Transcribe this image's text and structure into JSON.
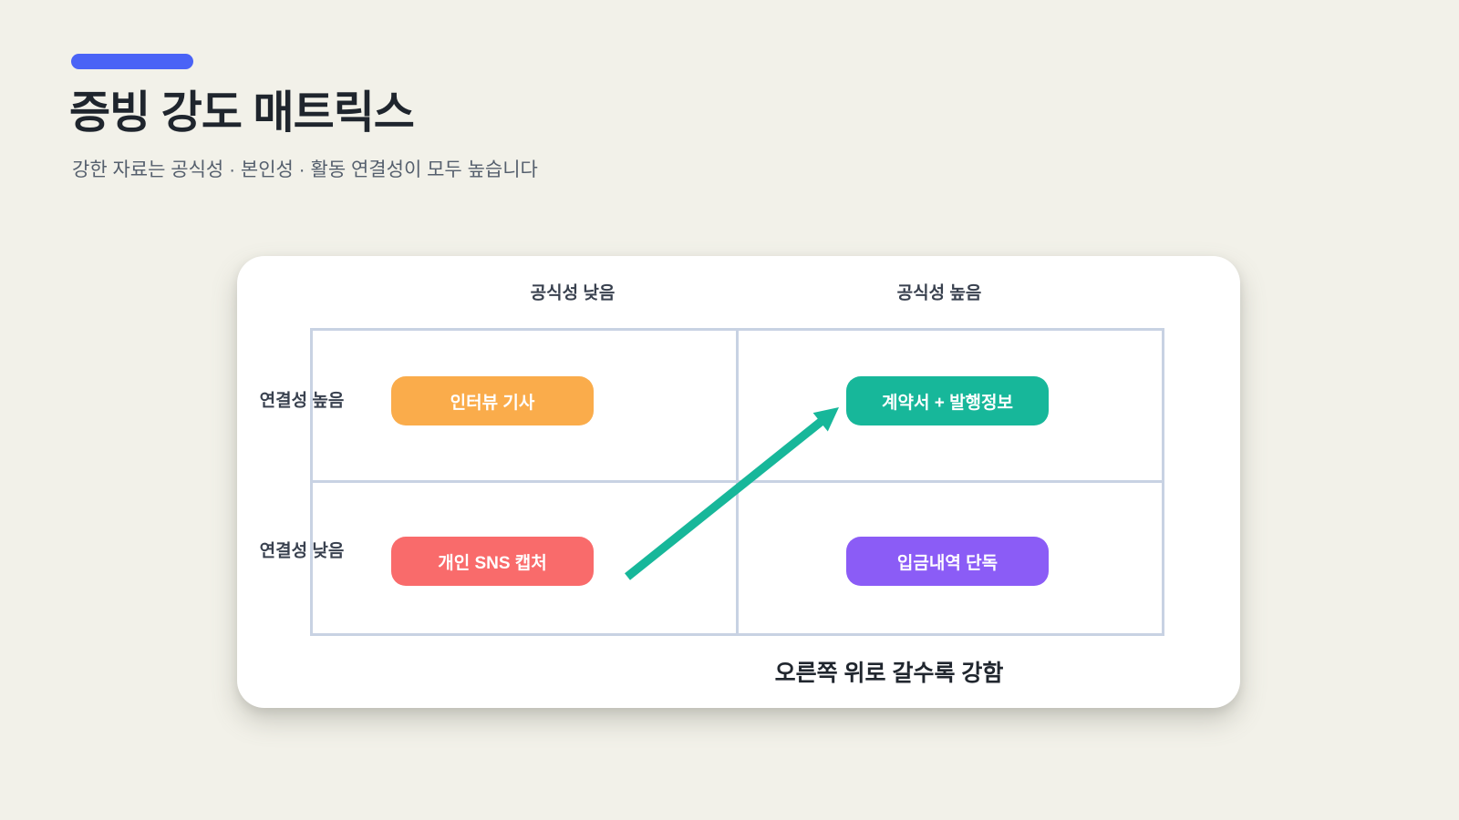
{
  "page": {
    "title": "증빙 강도 매트릭스",
    "subtitle": "강한 자료는 공식성 · 본인성 · 활동 연결성이 모두 높습니다"
  },
  "colors": {
    "accent": "#4A63F6",
    "grid_border": "#C8D2E3",
    "arrow": "#17B79A"
  },
  "matrix": {
    "x_axis": {
      "low": "공식성 낮음",
      "high": "공식성 높음"
    },
    "y_axis": {
      "high": "연결성 높음",
      "low": "연결성 낮음"
    },
    "cells": [
      {
        "quadrant": "formality-low-link-high",
        "label": "인터뷰 기사",
        "color": "#FAAC4B"
      },
      {
        "quadrant": "formality-high-link-high",
        "label": "계약서 + 발행정보",
        "color": "#17B79A"
      },
      {
        "quadrant": "formality-low-link-low",
        "label": "개인 SNS 캡처",
        "color": "#F96B6B"
      },
      {
        "quadrant": "formality-high-link-low",
        "label": "입금내역 단독",
        "color": "#8B5CF6"
      }
    ],
    "caption": "오른쪽 위로 갈수록 강함"
  }
}
